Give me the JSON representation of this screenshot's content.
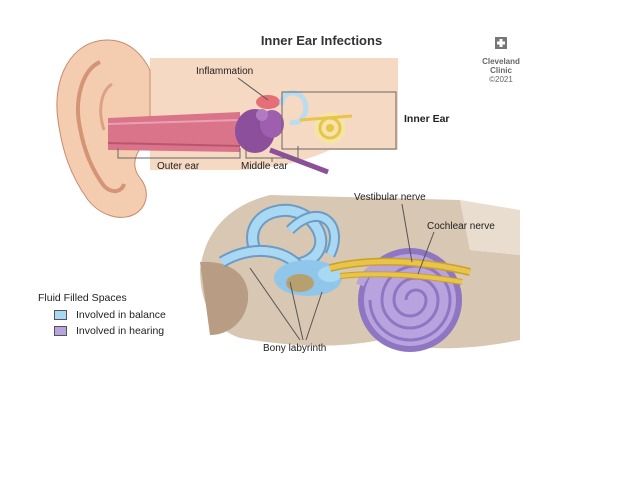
{
  "title": "Inner Ear Infections",
  "logo": {
    "line1": "Cleveland",
    "line2": "Clinic",
    "year": "©2021",
    "cross_icon": "cleveland-clinic-cross-icon"
  },
  "labels": {
    "inflammation": "Inflammation",
    "inner_ear": "Inner Ear",
    "outer_ear": "Outer ear",
    "middle_ear": "Middle ear",
    "vestibular_nerve": "Vestibular nerve",
    "cochlear_nerve": "Cochlear nerve",
    "bony_labyrinth": "Bony labyrinth"
  },
  "legend": {
    "title": "Fluid Filled Spaces",
    "items": [
      {
        "label": "Involved in balance",
        "color": "#a8d8f4"
      },
      {
        "label": "Involved in hearing",
        "color": "#b9a3df"
      }
    ]
  },
  "colors": {
    "skin": "#f4cdb0",
    "skin_shadow": "#e5a886",
    "canal": "#d9748a",
    "middle_ear": "#8c4f9c",
    "balance": "#a8d8f4",
    "hearing": "#b9a3df",
    "nerve": "#e8c44a",
    "bone": "#c9b9a6"
  }
}
